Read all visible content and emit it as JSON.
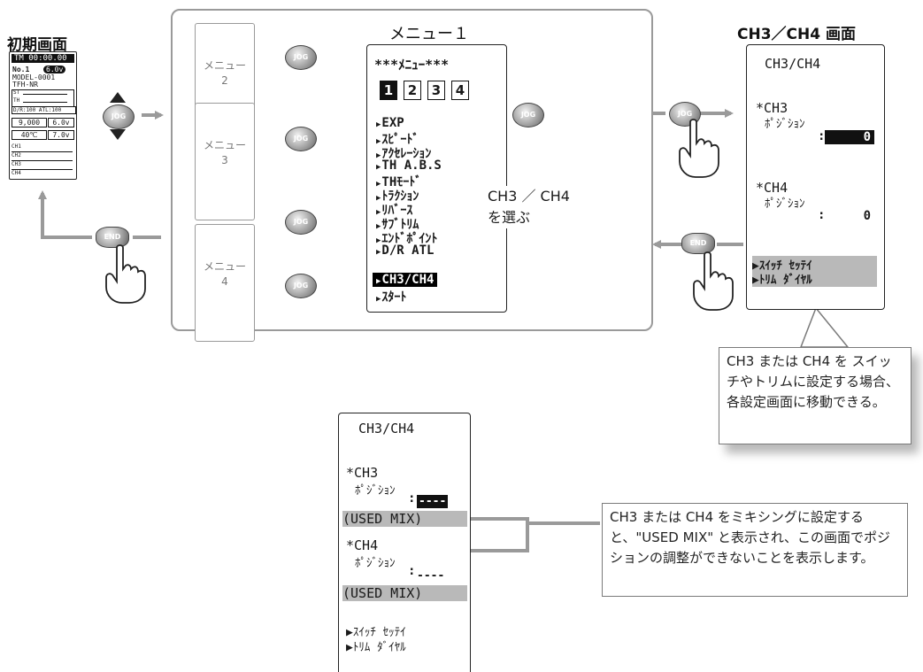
{
  "titles": {
    "initial_screen": "初期画面",
    "menu1": "メニュー１",
    "ch_screen": "CH3／CH4 画面"
  },
  "initial_lcd": {
    "timer": "TM 00:00.00",
    "no": "No.1",
    "voltage": "6.0v",
    "model": "MODEL-0001",
    "type": "TFH-NR",
    "dr_atl": "D/R:100 ATL:100",
    "val1": "9,000",
    "val2": "6.0v",
    "val3": "40℃",
    "val4": "7.0v",
    "st": "ST",
    "th": "TH",
    "ch_rows": [
      "CH1",
      "CH2",
      "CH3",
      "CH4"
    ]
  },
  "submenus": [
    {
      "label": "メニュー",
      "num": "2"
    },
    {
      "label": "メニュー",
      "num": "3"
    },
    {
      "label": "メニュー",
      "num": "4"
    }
  ],
  "menu1_lcd": {
    "header": "***ﾒﾆｭｰ***",
    "tabs": [
      "1",
      "2",
      "3",
      "4"
    ],
    "items": [
      "EXP",
      "ｽﾋﾟｰﾄﾞ",
      "ｱｸｾﾚｰｼｮﾝ",
      "TH A.B.S",
      "THﾓｰﾄﾞ",
      "ﾄﾗｸｼｮﾝ",
      "ﾘﾊﾞｰｽ",
      "ｻﾌﾞﾄﾘﾑ",
      "ｴﾝﾄﾞﾎﾟｲﾝﾄ",
      "D/R ATL",
      "CH3/CH4",
      "ｽﾀｰﾄ"
    ],
    "selected_index": 10
  },
  "select_note": {
    "line1": "CH3 ／ CH4",
    "line2": "を選ぶ"
  },
  "ch_lcd": {
    "title": "CH3/CH4",
    "ch3": "*CH3",
    "position": "ﾎﾟｼﾞｼｮﾝ",
    "ch3_value": "0",
    "ch4": "*CH4",
    "ch4_value": "0",
    "switch": "ｽｲｯﾁ ｾｯﾃｲ",
    "trim": "ﾄﾘﾑ ﾀﾞｲﾔﾙ"
  },
  "callout1": "CH3 または CH4 を スイッチやトリムに設定する場合、各設定画面に移動できる。",
  "mix_lcd": {
    "title": "CH3/CH4",
    "ch3": "*CH3",
    "position": "ﾎﾟｼﾞｼｮﾝ",
    "dashes": "----",
    "used_mix": "(USED MIX)",
    "ch4": "*CH4",
    "switch": "ｽｲｯﾁ ｾｯﾃｲ",
    "trim": "ﾄﾘﾑ ﾀﾞｲﾔﾙ"
  },
  "callout2": "CH3 または CH4 をミキシングに設定すると、\"USED MIX\" と表示され、この画面でポジションの調整ができないことを表示します。",
  "buttons": {
    "jog": "JOG",
    "end": "END"
  },
  "colors": {
    "arrow": "#9a9a9a",
    "lcd_border": "#222222",
    "highlight": "#b9b9b9"
  }
}
